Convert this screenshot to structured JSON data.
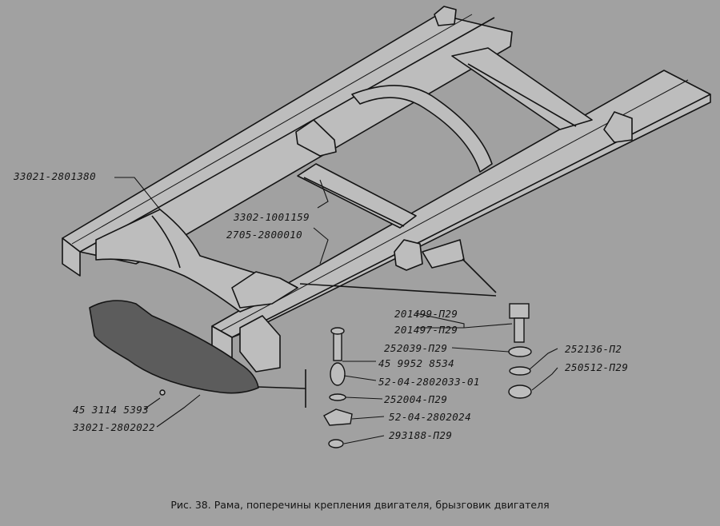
{
  "callouts": {
    "frame_side_member": "33021-2801380",
    "crossmember_front": "3302-1001159",
    "engine_mount_crossmember": "2705-2800010",
    "bolt_201499": "201499-П29",
    "bolt_201497": "201497-П29",
    "washer_252039": "252039-П29",
    "lock_washer_252136": "252136-П2",
    "nut_250512": "250512-П29",
    "pin_45_9952": "45 9952 8534",
    "spring_52_04_2802033": "52-04-2802033-01",
    "washer_252004": "252004-П29",
    "bracket_52_04_2802024": "52-04-2802024",
    "cotter_293188": "293188-П29",
    "screw_45_3114": "45 3114 5393",
    "mud_guard": "33021-2802022"
  },
  "caption": "Рис. 38. Рама, поперечины крепления двигателя, брызговик двигателя",
  "colors": {
    "background": "#a1a1a1",
    "ink": "#141414",
    "part_fill": "#bdbdbd"
  }
}
